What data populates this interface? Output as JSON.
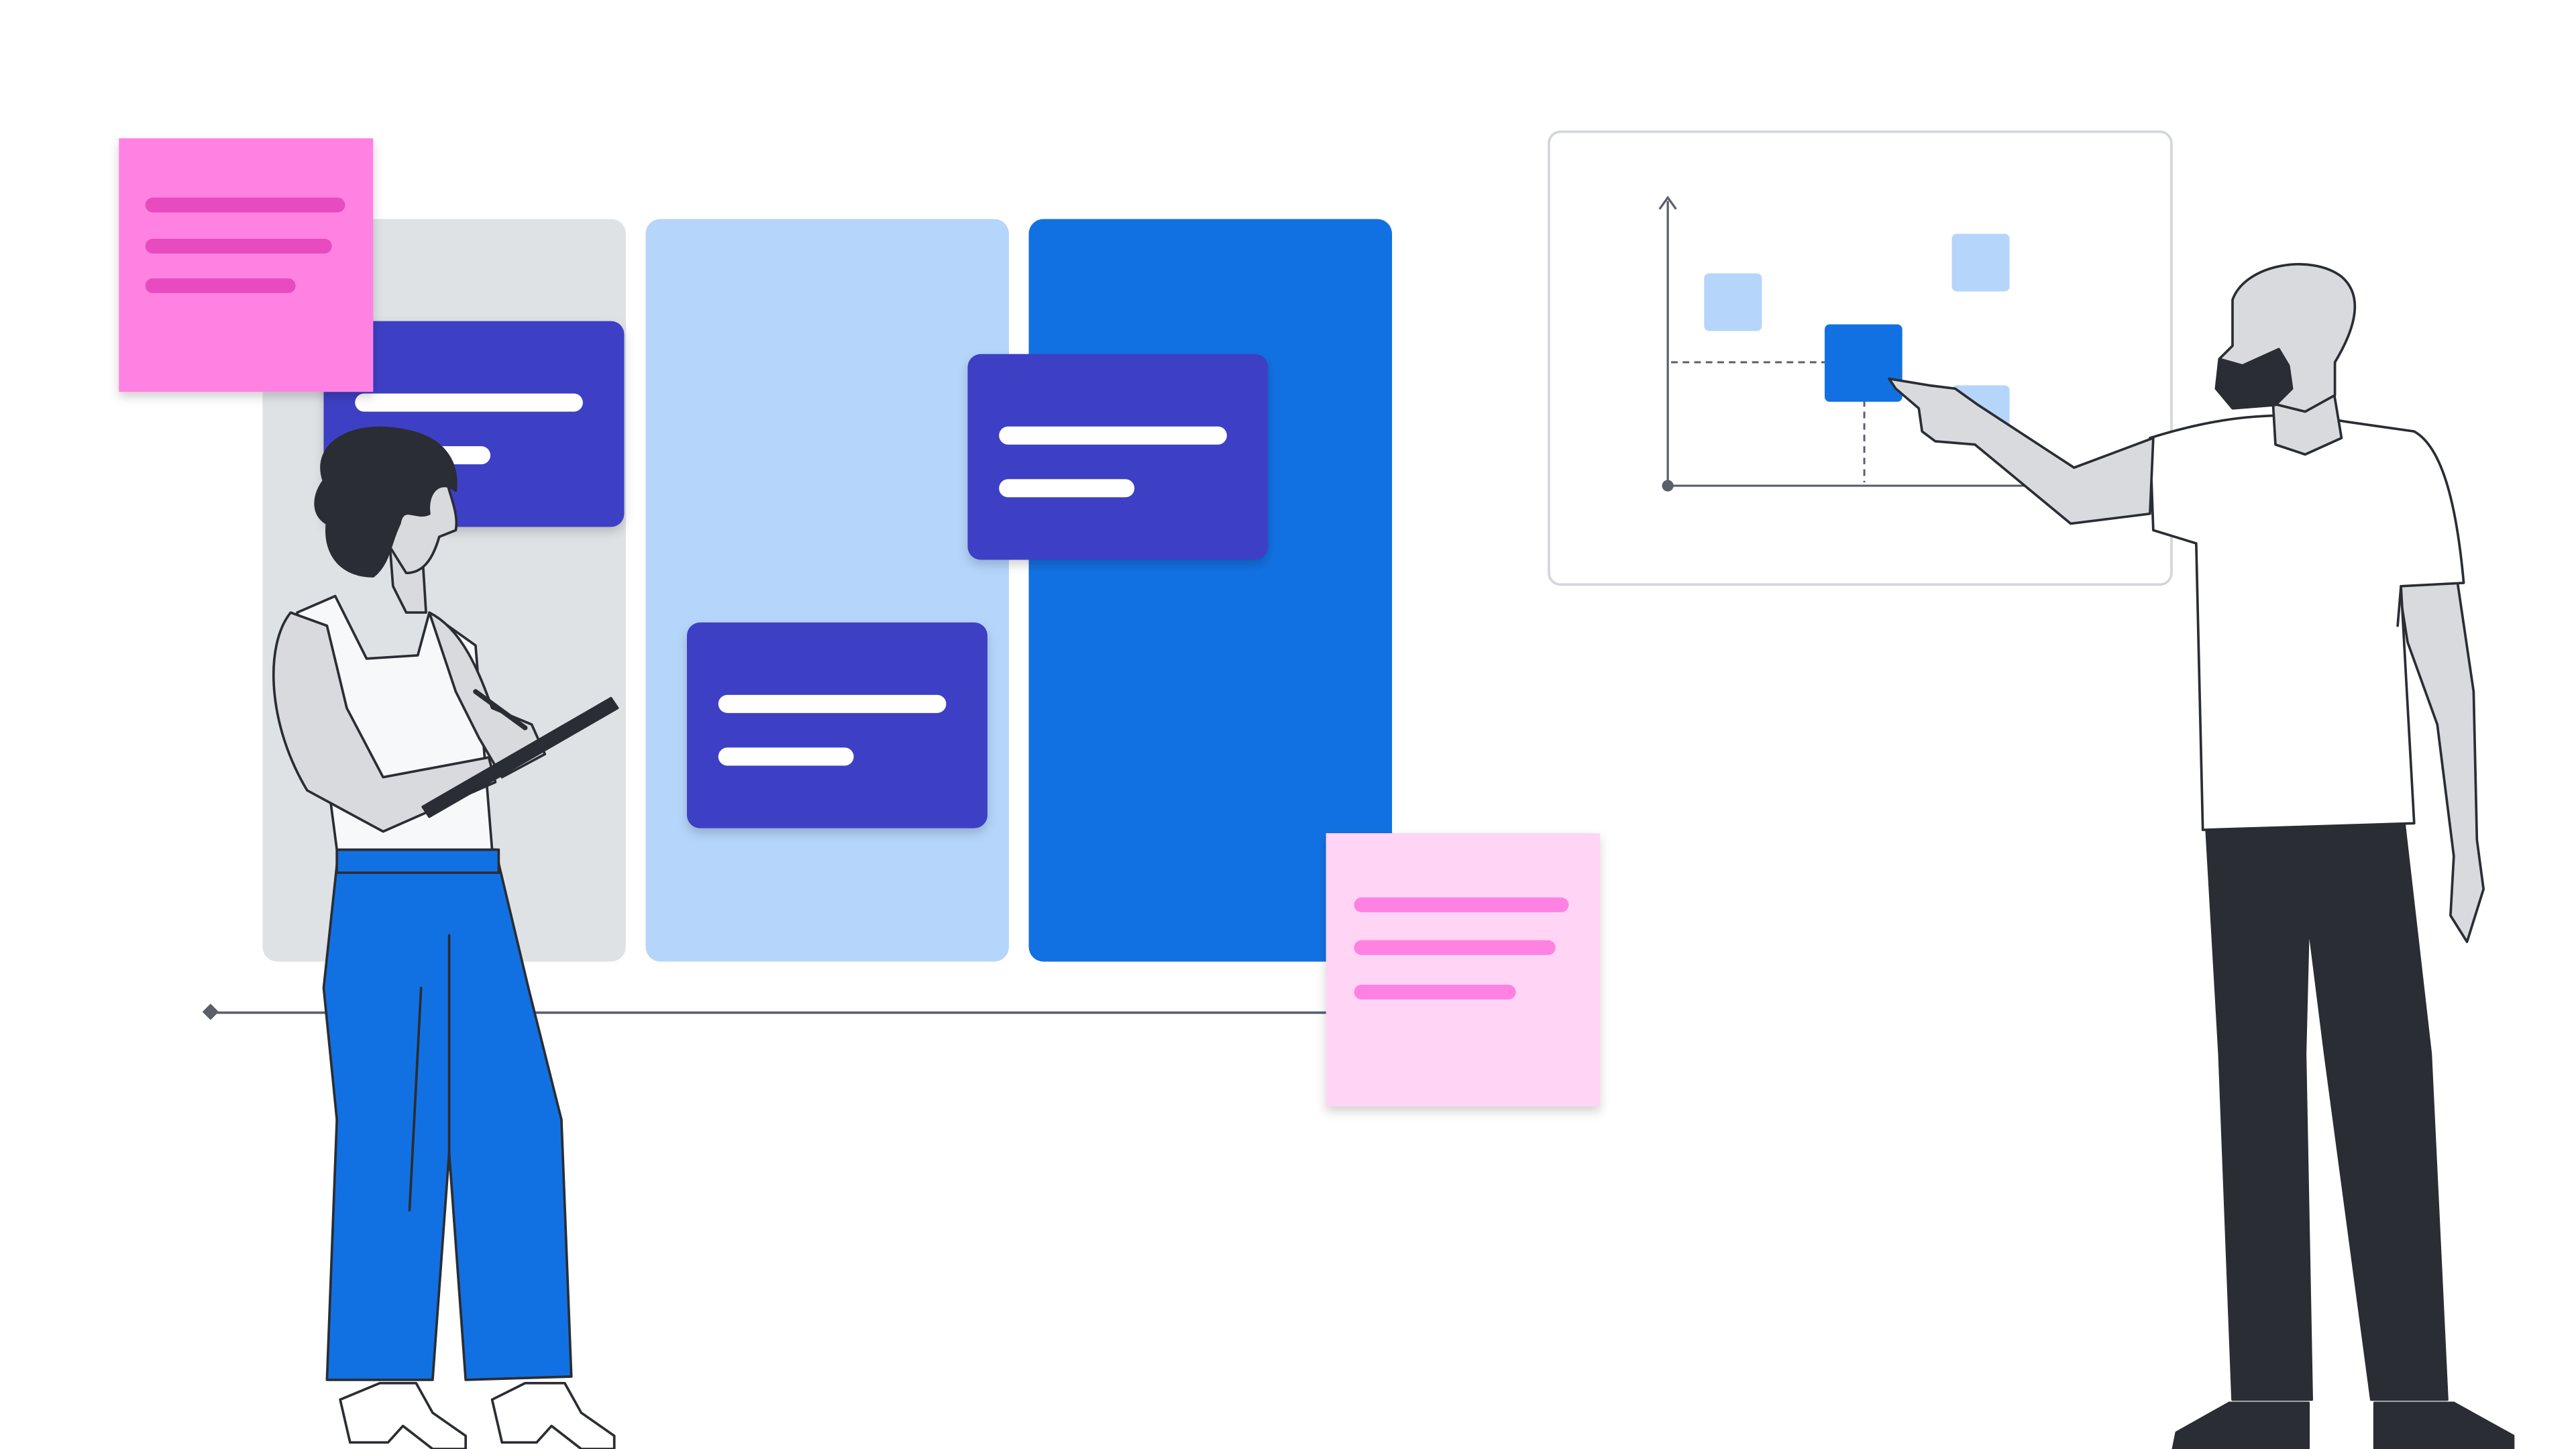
{
  "illustration": {
    "kind": "collaboration-illustration",
    "text": []
  },
  "colors": {
    "background": "#ffffff",
    "column_todo": "#dfe2e5",
    "column_doing": "#b5d5fb",
    "column_done": "#1271e2",
    "card": "#3c40c4",
    "card_line": "#ffffff",
    "sticky_magenta": "#ff82e2",
    "sticky_magenta_line": "#e84bbf",
    "sticky_pink": "#ffd4f5",
    "sticky_pink_line": "#ff82e2",
    "chart_light_square": "#b5d5fb",
    "chart_highlight_square": "#1271e2",
    "axis": "#5a5f6a",
    "outline": "#2a2d33",
    "skin": "#d8dadd",
    "hair": "#2a2d33",
    "trousers_blue": "#1271e2",
    "trousers_dark": "#2a2d33",
    "shirt": "#ffffff"
  },
  "board": {
    "columns": [
      {
        "id": "col-1",
        "cards": [
          {
            "id": "card-a",
            "lines": 2
          }
        ]
      },
      {
        "id": "col-2",
        "cards": [
          {
            "id": "card-b",
            "lines": 2
          }
        ]
      },
      {
        "id": "col-3",
        "cards": [
          {
            "id": "card-c",
            "lines": 2
          }
        ]
      }
    ]
  },
  "sticky_notes": [
    {
      "id": "sticky-top-left",
      "color": "magenta",
      "lines": 3
    },
    {
      "id": "sticky-bottom-right",
      "color": "pink",
      "lines": 3
    }
  ],
  "chart_panel": {
    "kind": "scatter-sketch",
    "squares": 4,
    "highlighted": 1
  },
  "people": [
    {
      "id": "person-left",
      "holding": "tablet-and-stylus"
    },
    {
      "id": "person-right",
      "gesture": "pointing-at-chart"
    }
  ]
}
